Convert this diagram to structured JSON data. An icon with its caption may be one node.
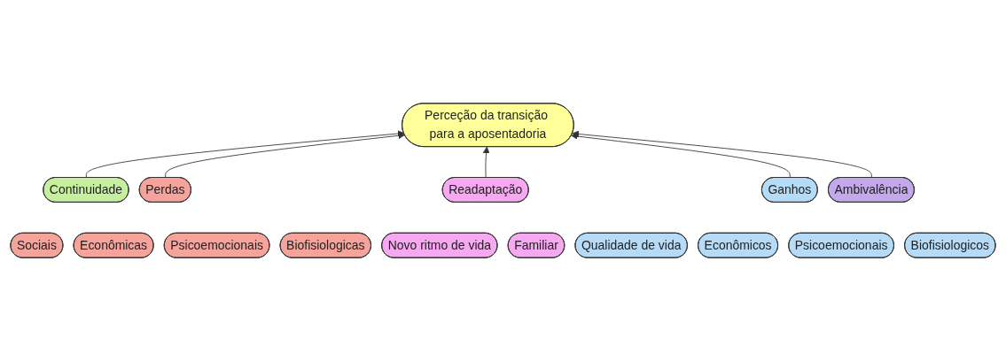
{
  "diagram": {
    "nodes": [
      {
        "text": [
          "Continuidade"
        ]
      },
      {
        "text": [
          "Perceção da transição para a aposentadoria"
        ]
      },
      {
        "text": [
          "Perdas"
        ]
      },
      {
        "text": [
          "Sociais"
        ]
      },
      {
        "text": [
          "Econômicas"
        ]
      },
      {
        "text": [
          "Psicoemocionais"
        ]
      },
      {
        "text": [
          "Biofisiologicas"
        ]
      },
      {
        "text": [
          "Readaptação"
        ]
      },
      {
        "text": [
          "Novo ritmo de vida"
        ]
      },
      {
        "text": [
          "Familiar"
        ]
      },
      {
        "text": [
          "Ganhos"
        ]
      },
      {
        "text": [
          "Qualidade de vida"
        ]
      },
      {
        "text": [
          "Econômicos"
        ]
      },
      {
        "text": [
          "Psicoemocionais"
        ]
      },
      {
        "text": [
          "Biofisiologicos"
        ]
      },
      {
        "text": [
          "Ambivalência"
        ]
      }
    ],
    "edges": [
      {
        "from": 0,
        "to": 1,
        "arrow": "to"
      },
      {
        "from": 2,
        "to": 1,
        "arrow": "to"
      },
      {
        "from": 7,
        "to": 1,
        "arrow": "to"
      },
      {
        "from": 10,
        "to": 1,
        "arrow": "to"
      },
      {
        "from": 15,
        "to": 1,
        "arrow": "to"
      }
    ]
  }
}
